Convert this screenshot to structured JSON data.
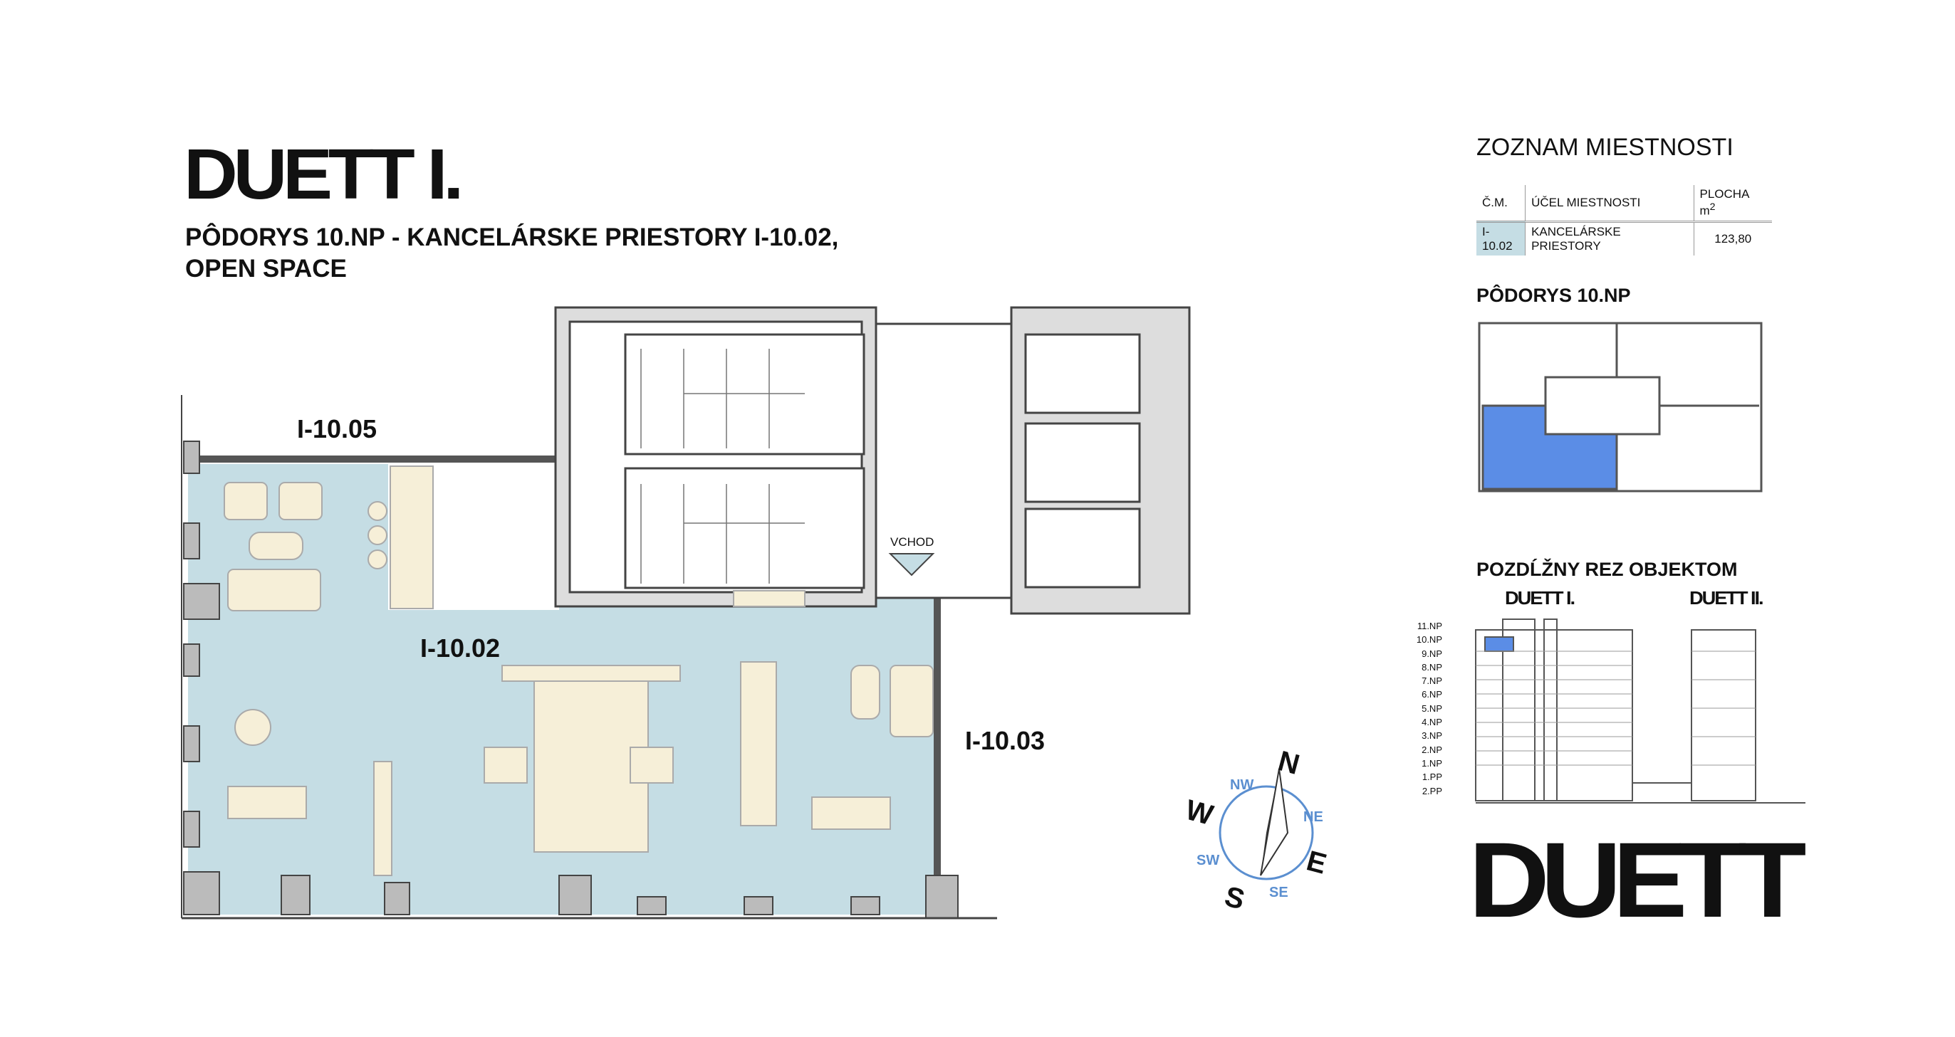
{
  "header": {
    "logo": "DUETT I.",
    "subtitle_line1": "PÔDORYS 10.NP - KANCELÁRSKE PRIESTORY I-10.02,",
    "subtitle_line2": "OPEN SPACE"
  },
  "plan": {
    "rooms": {
      "north": "I-10.05",
      "main": "I-10.02",
      "east": "I-10.03"
    },
    "entrance": "VCHOD",
    "highlight_color": "#c5dde4",
    "furniture_color": "#f6efd8"
  },
  "compass": {
    "N": "N",
    "S": "S",
    "E": "E",
    "W": "W",
    "NW": "NW",
    "NE": "NE",
    "SW": "SW",
    "SE": "SE"
  },
  "room_list": {
    "title": "ZOZNAM MIESTNOSTI",
    "columns": [
      "Č.M.",
      "ÚČEL MIESTNOSTI",
      "PLOCHA m",
      "2"
    ],
    "rows": [
      {
        "id": "I-10.02",
        "purpose": "KANCELÁRSKE PRIESTORY",
        "area": "123,80"
      }
    ]
  },
  "floor_plan_mini": {
    "title": "PÔDORYS 10.NP",
    "highlight_color": "#5b8de6"
  },
  "section": {
    "title": "POZDĹŽNY REZ OBJEKTOM",
    "building1": "DUETT I.",
    "building2": "DUETT II.",
    "floors": [
      "11.NP",
      "10.NP",
      "9.NP",
      "8.NP",
      "7.NP",
      "6.NP",
      "5.NP",
      "4.NP",
      "3.NP",
      "2.NP",
      "1.NP",
      "1.PP",
      "2.PP"
    ]
  },
  "footer_logo": "DUETT"
}
